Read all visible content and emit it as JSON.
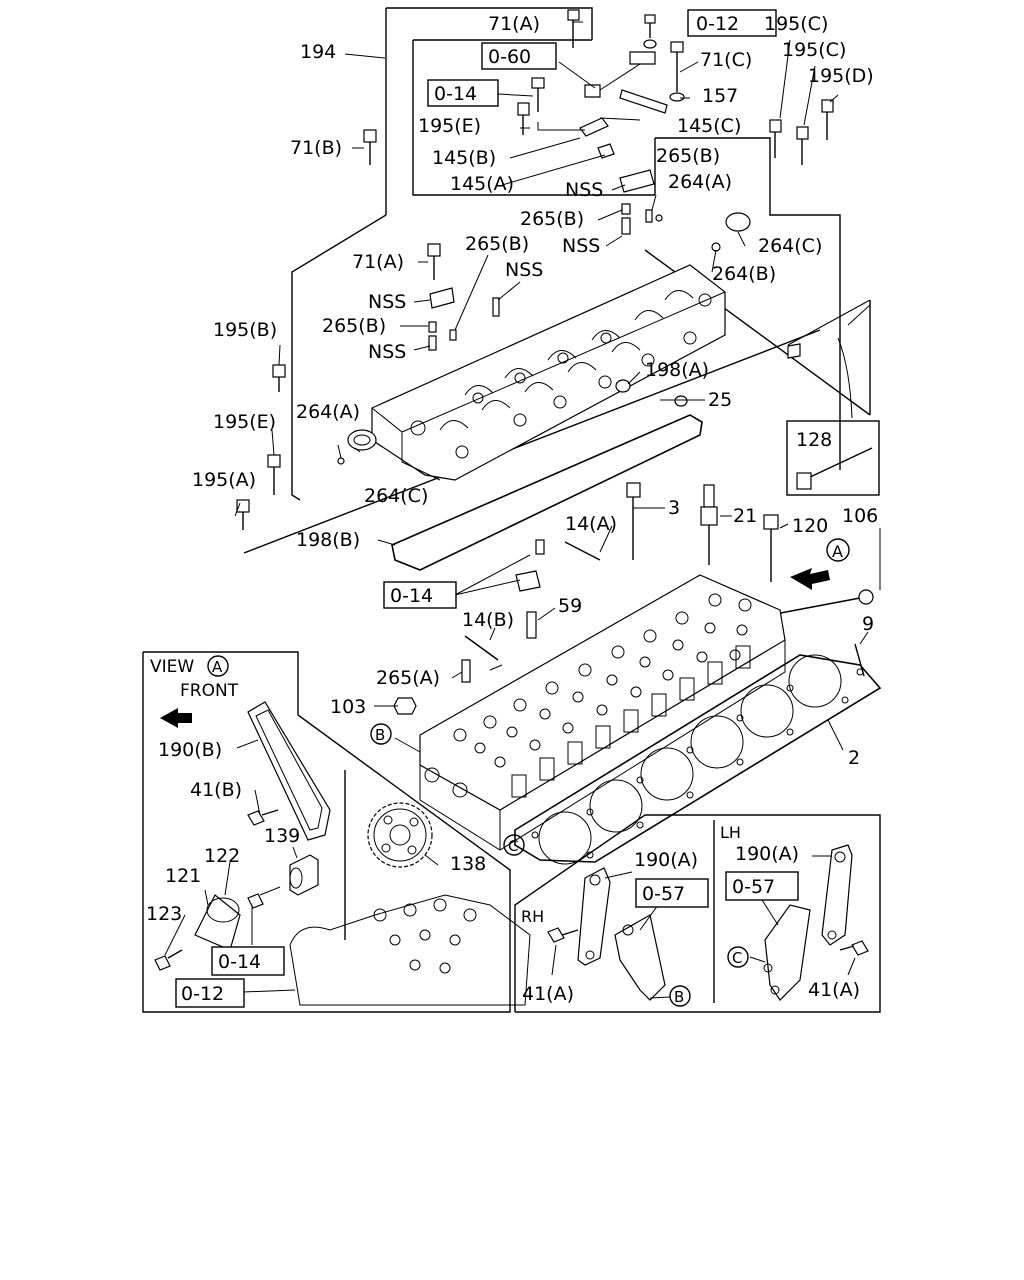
{
  "callouts": [
    {
      "id": "71A_top",
      "text": "71(A)"
    },
    {
      "id": "ref_012_top",
      "text": "0-12",
      "boxed": true
    },
    {
      "id": "195C_1",
      "text": "195(C)"
    },
    {
      "id": "194",
      "text": "194"
    },
    {
      "id": "195C_2",
      "text": "195(C)"
    },
    {
      "id": "ref_060",
      "text": "0-60",
      "boxed": true
    },
    {
      "id": "71C",
      "text": "71(C)"
    },
    {
      "id": "195D",
      "text": "195(D)"
    },
    {
      "id": "ref_014_top",
      "text": "0-14",
      "boxed": true
    },
    {
      "id": "157",
      "text": "157"
    },
    {
      "id": "195E_top",
      "text": "195(E)"
    },
    {
      "id": "145C",
      "text": "145(C)"
    },
    {
      "id": "71B",
      "text": "71(B)"
    },
    {
      "id": "145B",
      "text": "145(B)"
    },
    {
      "id": "265B_1",
      "text": "265(B)"
    },
    {
      "id": "145A",
      "text": "145(A)"
    },
    {
      "id": "NSS_1",
      "text": "NSS"
    },
    {
      "id": "264A_top",
      "text": "264(A)"
    },
    {
      "id": "265B_2",
      "text": "265(B)"
    },
    {
      "id": "NSS_2",
      "text": "NSS"
    },
    {
      "id": "264C_top",
      "text": "264(C)"
    },
    {
      "id": "71A_mid",
      "text": "71(A)"
    },
    {
      "id": "265B_3",
      "text": "265(B)"
    },
    {
      "id": "264B",
      "text": "264(B)"
    },
    {
      "id": "NSS_3",
      "text": "NSS"
    },
    {
      "id": "NSS_4",
      "text": "NSS"
    },
    {
      "id": "195B",
      "text": "195(B)"
    },
    {
      "id": "265B_4",
      "text": "265(B)"
    },
    {
      "id": "NSS_5",
      "text": "NSS"
    },
    {
      "id": "198A",
      "text": "198(A)"
    },
    {
      "id": "25",
      "text": "25"
    },
    {
      "id": "195E_mid",
      "text": "195(E)"
    },
    {
      "id": "264A_mid",
      "text": "264(A)"
    },
    {
      "id": "128",
      "text": "128"
    },
    {
      "id": "195A",
      "text": "195(A)"
    },
    {
      "id": "264C_mid",
      "text": "264(C)"
    },
    {
      "id": "3",
      "text": "3"
    },
    {
      "id": "21",
      "text": "21"
    },
    {
      "id": "120",
      "text": "120"
    },
    {
      "id": "106",
      "text": "106"
    },
    {
      "id": "14A",
      "text": "14(A)"
    },
    {
      "id": "198B",
      "text": "198(B)"
    },
    {
      "id": "A_circle",
      "text": "A",
      "circled": true
    },
    {
      "id": "ref_014_mid",
      "text": "0-14",
      "boxed": true
    },
    {
      "id": "59",
      "text": "59"
    },
    {
      "id": "9",
      "text": "9"
    },
    {
      "id": "14B",
      "text": "14(B)"
    },
    {
      "id": "view_label",
      "text": "VIEW"
    },
    {
      "id": "view_A",
      "text": "A",
      "circled": true
    },
    {
      "id": "265A",
      "text": "265(A)"
    },
    {
      "id": "front",
      "text": "FRONT"
    },
    {
      "id": "103",
      "text": "103"
    },
    {
      "id": "B_circle",
      "text": "B",
      "circled": true
    },
    {
      "id": "2",
      "text": "2"
    },
    {
      "id": "190B",
      "text": "190(B)"
    },
    {
      "id": "41B",
      "text": "41(B)"
    },
    {
      "id": "139",
      "text": "139"
    },
    {
      "id": "LH",
      "text": "LH"
    },
    {
      "id": "122",
      "text": "122"
    },
    {
      "id": "C_circle",
      "text": "C",
      "circled": true
    },
    {
      "id": "190A_rh",
      "text": "190(A)"
    },
    {
      "id": "190A_lh",
      "text": "190(A)"
    },
    {
      "id": "138",
      "text": "138"
    },
    {
      "id": "121",
      "text": "121"
    },
    {
      "id": "ref_057_rh",
      "text": "0-57",
      "boxed": true
    },
    {
      "id": "ref_057_lh",
      "text": "0-57",
      "boxed": true
    },
    {
      "id": "123",
      "text": "123"
    },
    {
      "id": "RH",
      "text": "RH"
    },
    {
      "id": "ref_014_bot",
      "text": "0-14",
      "boxed": true
    },
    {
      "id": "C_circle_lh",
      "text": "C",
      "circled": true
    },
    {
      "id": "ref_012_bot",
      "text": "0-12",
      "boxed": true
    },
    {
      "id": "41A_rh",
      "text": "41(A)"
    },
    {
      "id": "41A_lh",
      "text": "41(A)"
    },
    {
      "id": "B_circle_rh",
      "text": "B",
      "circled": true
    }
  ]
}
